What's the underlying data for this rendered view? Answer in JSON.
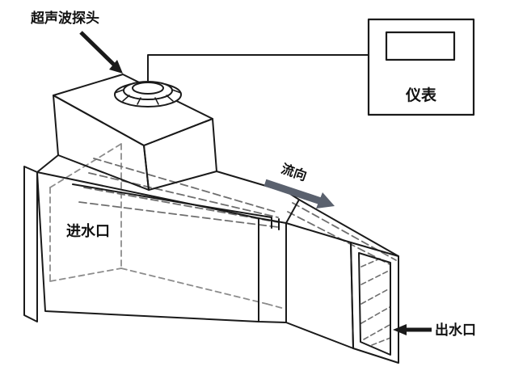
{
  "diagram": {
    "labels": {
      "probe": "超声波探头",
      "instrument": "仪表",
      "inlet": "进水口",
      "flow": "流向",
      "outlet": "出水口"
    },
    "colors": {
      "line": "#1a1a1a",
      "hidden_line": "#8c8c8c",
      "beam_line": "#6e6e6e",
      "flow_arrow": "#5a616e",
      "background": "#ffffff"
    }
  }
}
